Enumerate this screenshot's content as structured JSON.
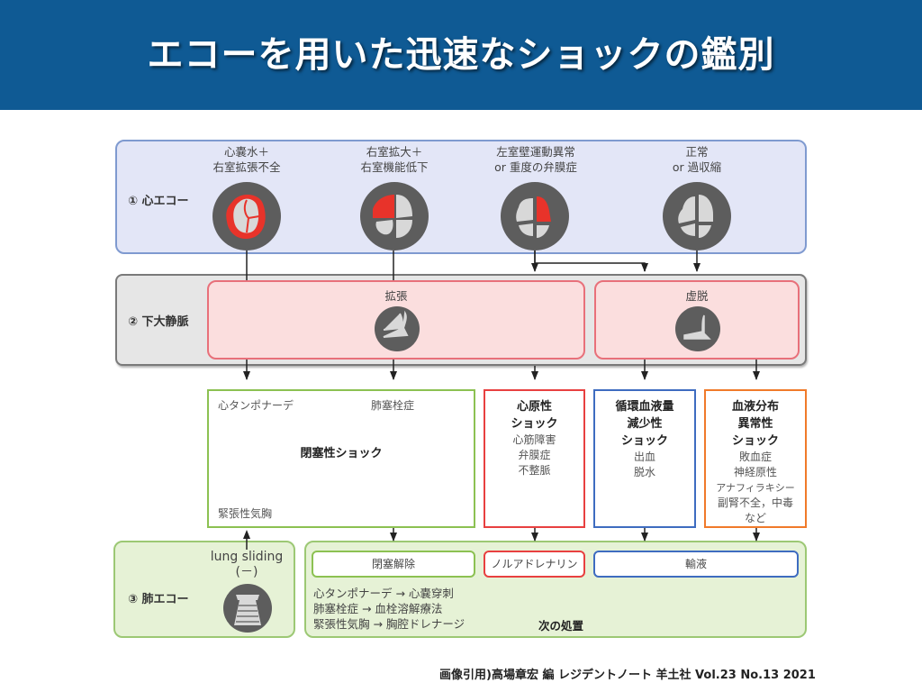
{
  "header": {
    "title": "エコーを用いた迅速なショックの鑑別"
  },
  "section1": {
    "label": "① 心エコー",
    "findings": [
      {
        "line1": "心嚢水＋",
        "line2": "右室拡張不全",
        "icon": "heart-pericardial-effusion-icon"
      },
      {
        "line1": "右室拡大＋",
        "line2": "右室機能低下",
        "icon": "heart-rv-enlarged-icon"
      },
      {
        "line1": "左室壁運動異常",
        "line2": "or 重度の弁膜症",
        "icon": "heart-lv-dysfunction-icon"
      },
      {
        "line1": "正常",
        "line2": "or 過収縮",
        "icon": "heart-normal-icon"
      }
    ]
  },
  "section2": {
    "label": "② 下大静脈",
    "dilated": {
      "label": "拡張",
      "icon": "ivc-dilated-icon"
    },
    "collapsed": {
      "label": "虚脱",
      "icon": "ivc-collapsed-icon"
    }
  },
  "shocks": {
    "obstructive": {
      "title": "閉塞性ショック",
      "items": [
        "心タンポナーデ",
        "肺塞栓症",
        "緊張性気胸"
      ],
      "color": "#8cc152"
    },
    "cardiogenic": {
      "title_lines": [
        "心原性",
        "ショック"
      ],
      "items": [
        "心筋障害",
        "弁膜症",
        "不整脈"
      ],
      "color": "#e84040"
    },
    "hypovolemic": {
      "title_lines": [
        "循環血液量",
        "減少性",
        "ショック"
      ],
      "items": [
        "出血",
        "脱水"
      ],
      "color": "#3e6cc0"
    },
    "distributive": {
      "title_lines": [
        "血液分布",
        "異常性",
        "ショック"
      ],
      "items": [
        "敗血症",
        "神経原性",
        "アナフィラキシー",
        "副腎不全，中毒",
        "など"
      ],
      "color": "#f07a2a"
    }
  },
  "section3": {
    "label": "③ 肺エコー",
    "lung_sliding": "lung sliding",
    "lung_sliding_value": "(－)",
    "icon": "lung-echo-icon"
  },
  "treatment": {
    "obstructive": "閉塞解除",
    "cardiogenic": "ノルアドレナリン",
    "fluid": "輸液",
    "details": [
      "心タンポナーデ → 心嚢穿刺",
      "肺塞栓症 → 血栓溶解療法",
      "緊張性気胸 → 胸腔ドレナージ"
    ],
    "next_label": "次の処置"
  },
  "citation": "画像引用)高場章宏 編 レジデントノート 羊土社 Vol.23 No.13  2021"
}
